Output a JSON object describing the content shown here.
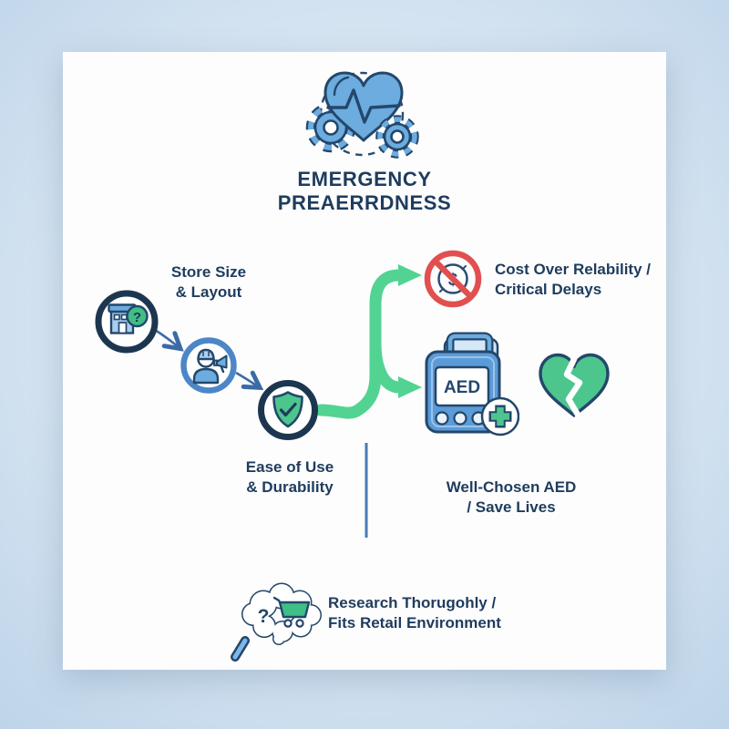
{
  "header": {
    "icon": "heart-pulse-gears-icon",
    "title_line1": "EMERGENCY",
    "title_line2": "PREAERRDNESS"
  },
  "flow": {
    "steps": [
      {
        "icon": "store-question-icon",
        "badge_glyph": "?",
        "label_line1": "Store Size",
        "label_line2": "& Layout"
      },
      {
        "icon": "person-megaphone-icon"
      },
      {
        "icon": "shield-check-icon",
        "label_line1": "Ease of Use",
        "label_line2": "& Durability"
      }
    ],
    "outcomes": [
      {
        "icon": "no-dollar-icon",
        "glyph": "$",
        "label_line1": "Cost Over Relability /",
        "label_line2": "Critical Delays"
      },
      {
        "icon": "aed-device-icon",
        "device_text": "AED",
        "label_line1": "Well-Chosen AED",
        "label_line2": "/ Save Lives"
      }
    ],
    "extra_icon": "broken-heart-icon"
  },
  "footer": {
    "icon": "research-thought-bubble-icon",
    "glyph": "?",
    "label_line1": "Research Thorugohly /",
    "label_line2": "Fits Retail Environment"
  },
  "colors": {
    "navy_text": "#1e3c5e",
    "outline_navy": "#24476b",
    "icon_blue": "#6cacdf",
    "device_blue": "#5b9bd8",
    "ring_blue": "#4d86c6",
    "green": "#4cc68d",
    "arrow_green": "#52d392",
    "red": "#e14f4f",
    "divider_blue": "#4a7ab5",
    "background": "#d7e5f2",
    "card": "#fdfdfd"
  }
}
